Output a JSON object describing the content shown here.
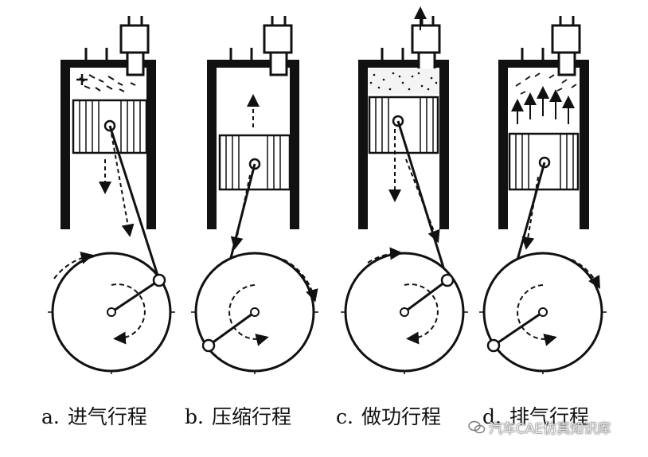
{
  "captions": [
    {
      "letter": "a.",
      "text": "进气行程"
    },
    {
      "letter": "b.",
      "text": "压缩行程"
    },
    {
      "letter": "c.",
      "text": "做功行程"
    },
    {
      "letter": "d.",
      "text": "排气行程"
    }
  ],
  "watermark": {
    "text": "汽车CAE仿真知识库"
  },
  "colors": {
    "ink": "#111111",
    "background": "#ffffff"
  }
}
